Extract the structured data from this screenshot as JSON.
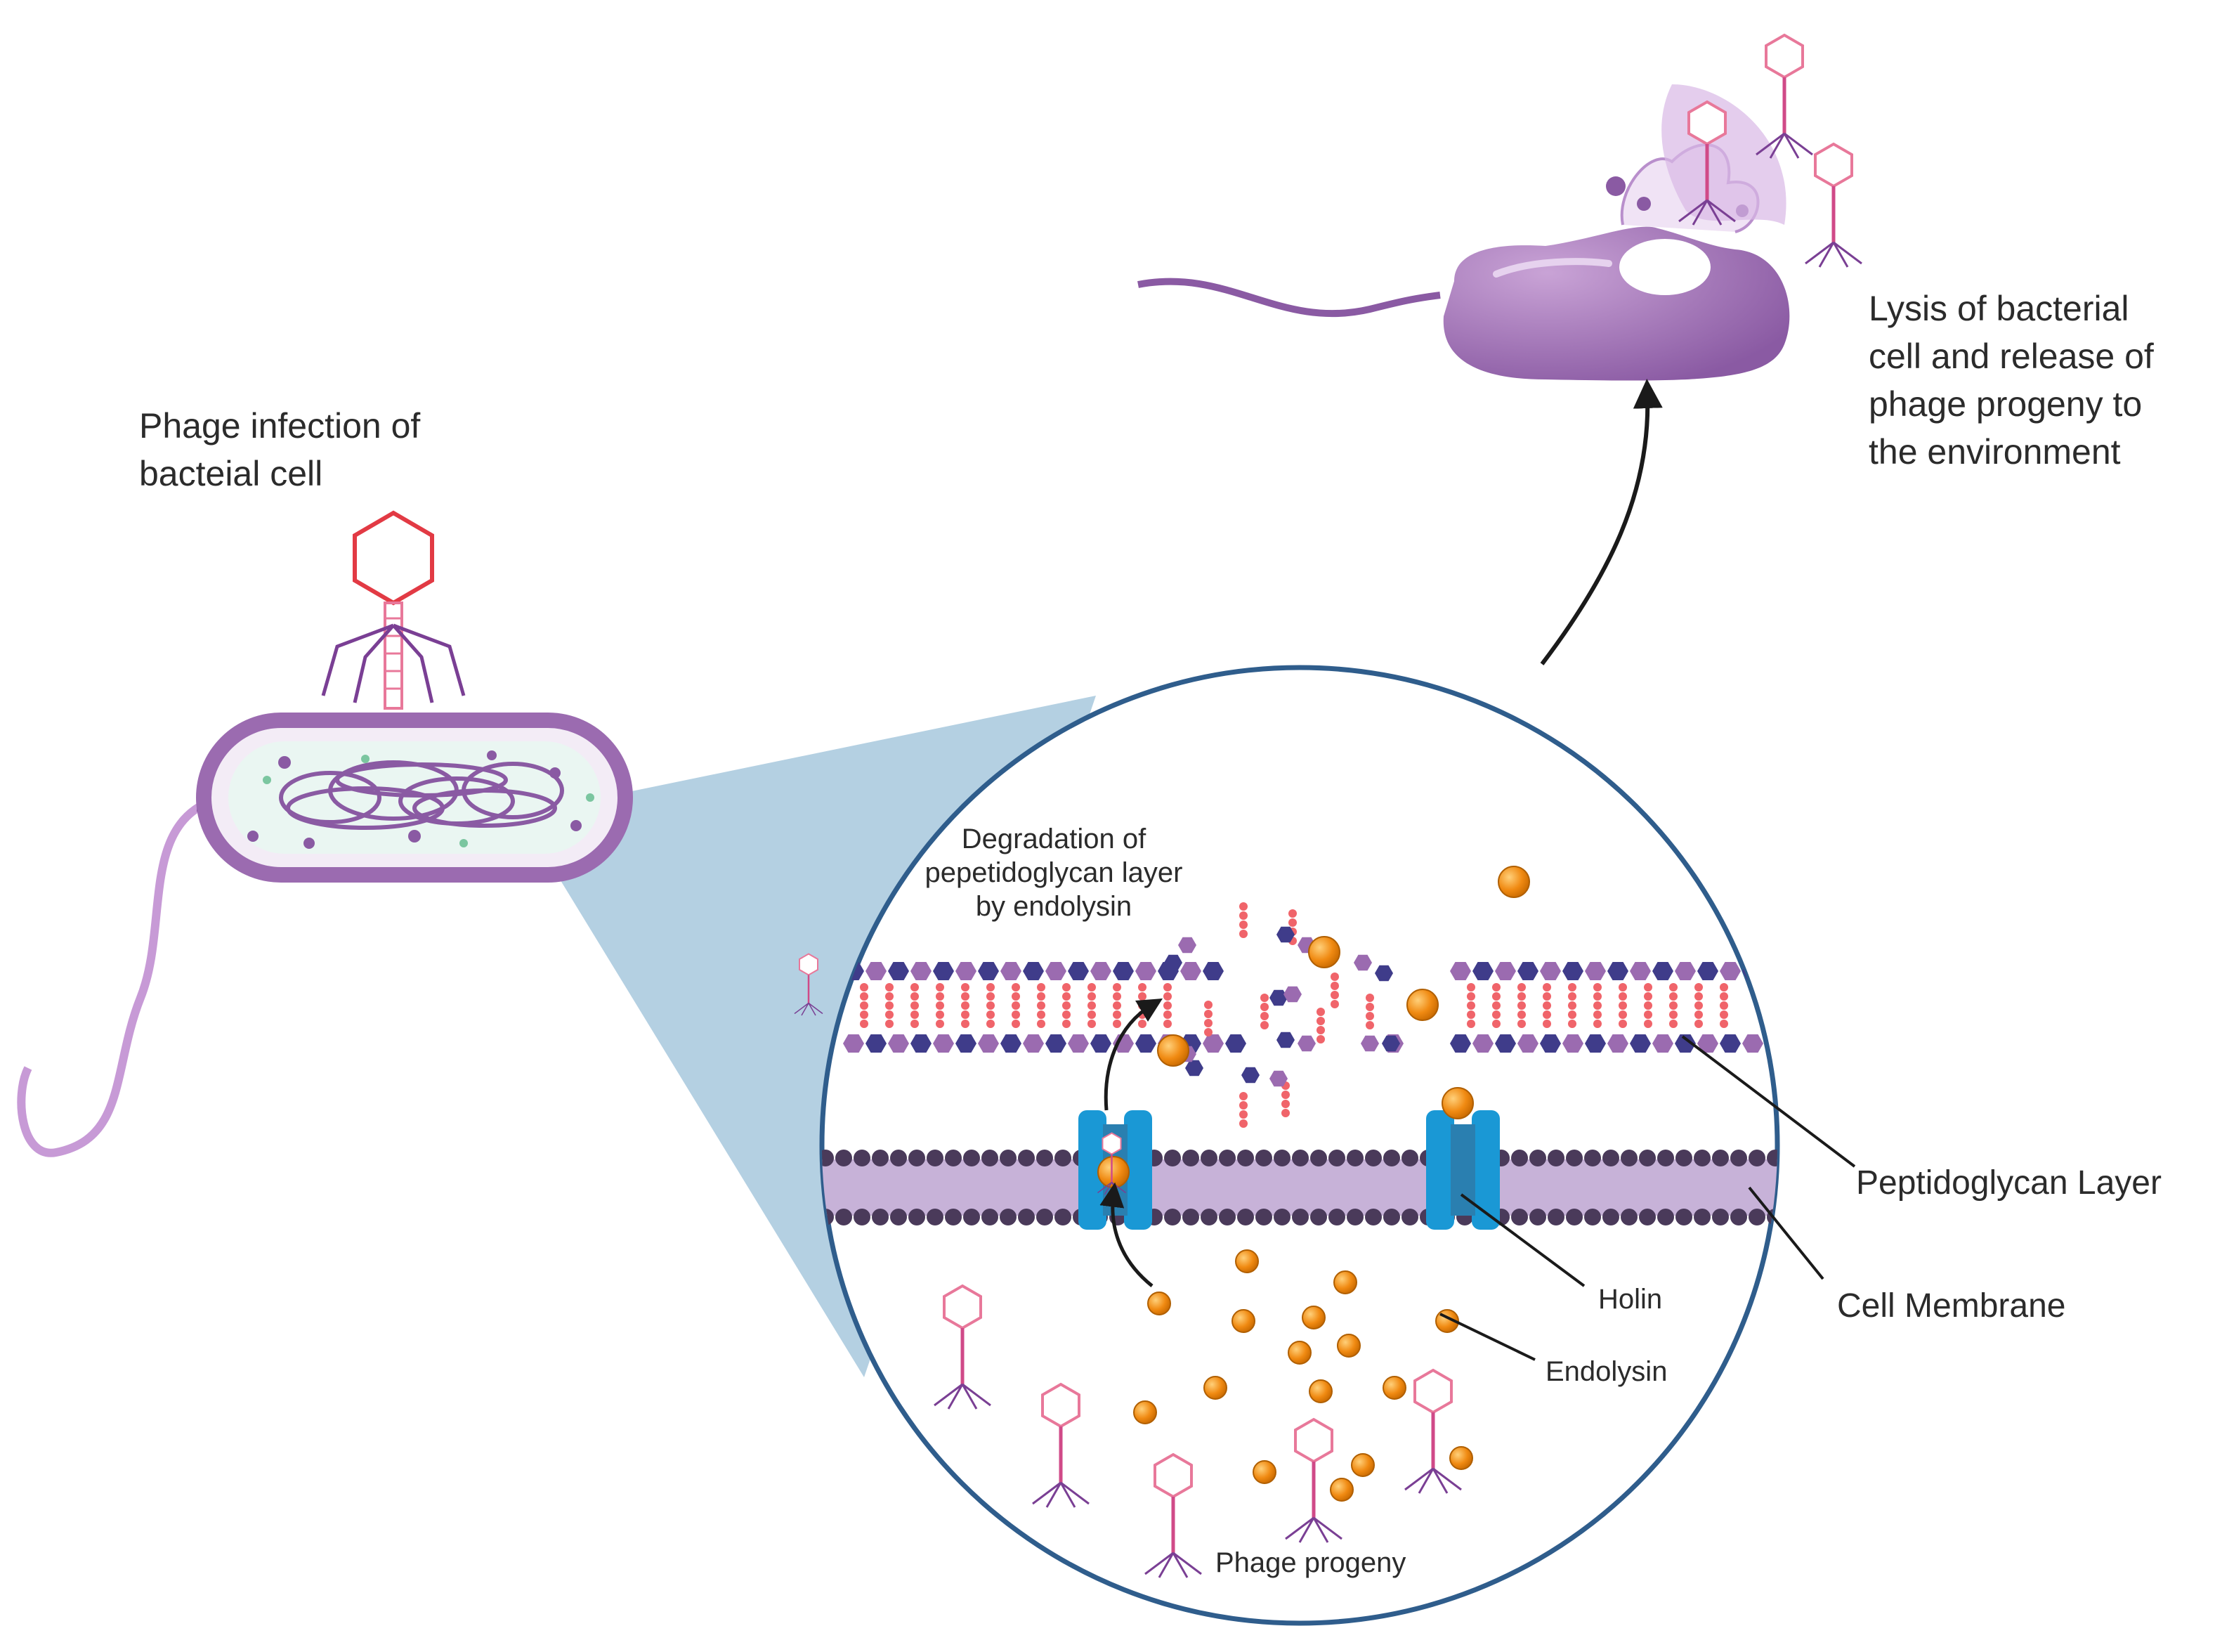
{
  "labels": {
    "infection": [
      "Phage infection of",
      "bacteial cell"
    ],
    "lysis": [
      "Lysis of bacterial",
      "cell and release of",
      "phage progeny to",
      "the environment"
    ],
    "degradation": [
      "Degradation of",
      "pepetidoglycan layer",
      "by endolysin"
    ],
    "peptidoglycan": "Peptidoglycan Layer",
    "cell_membrane": "Cell Membrane",
    "holin": "Holin",
    "endolysin": "Endolysin",
    "phage_progeny": "Phage progeny"
  },
  "colors": {
    "phage_head": "#e23a44",
    "phage_tail": "#e8789a",
    "phage_legs": "#7a3f94",
    "bacterium": "#9b6bb0",
    "flagellum": "#b889c8",
    "zoom_fill": "#b4d0e2",
    "circle_border": "#2f5d8c",
    "pg_light": "#9b6bb0",
    "pg_dark": "#3f3c8a",
    "peptide": "#f0646a",
    "membrane_head": "#4a3a5a",
    "membrane_body": "#c7b2d8",
    "holin": "#1a98d5",
    "endolysin": "#f08a12"
  },
  "icons": [
    "phage-icon",
    "bacterium-icon",
    "lysed-bacterium-icon",
    "holin-channel-icon",
    "endolysin-icon",
    "arrow-icon"
  ]
}
